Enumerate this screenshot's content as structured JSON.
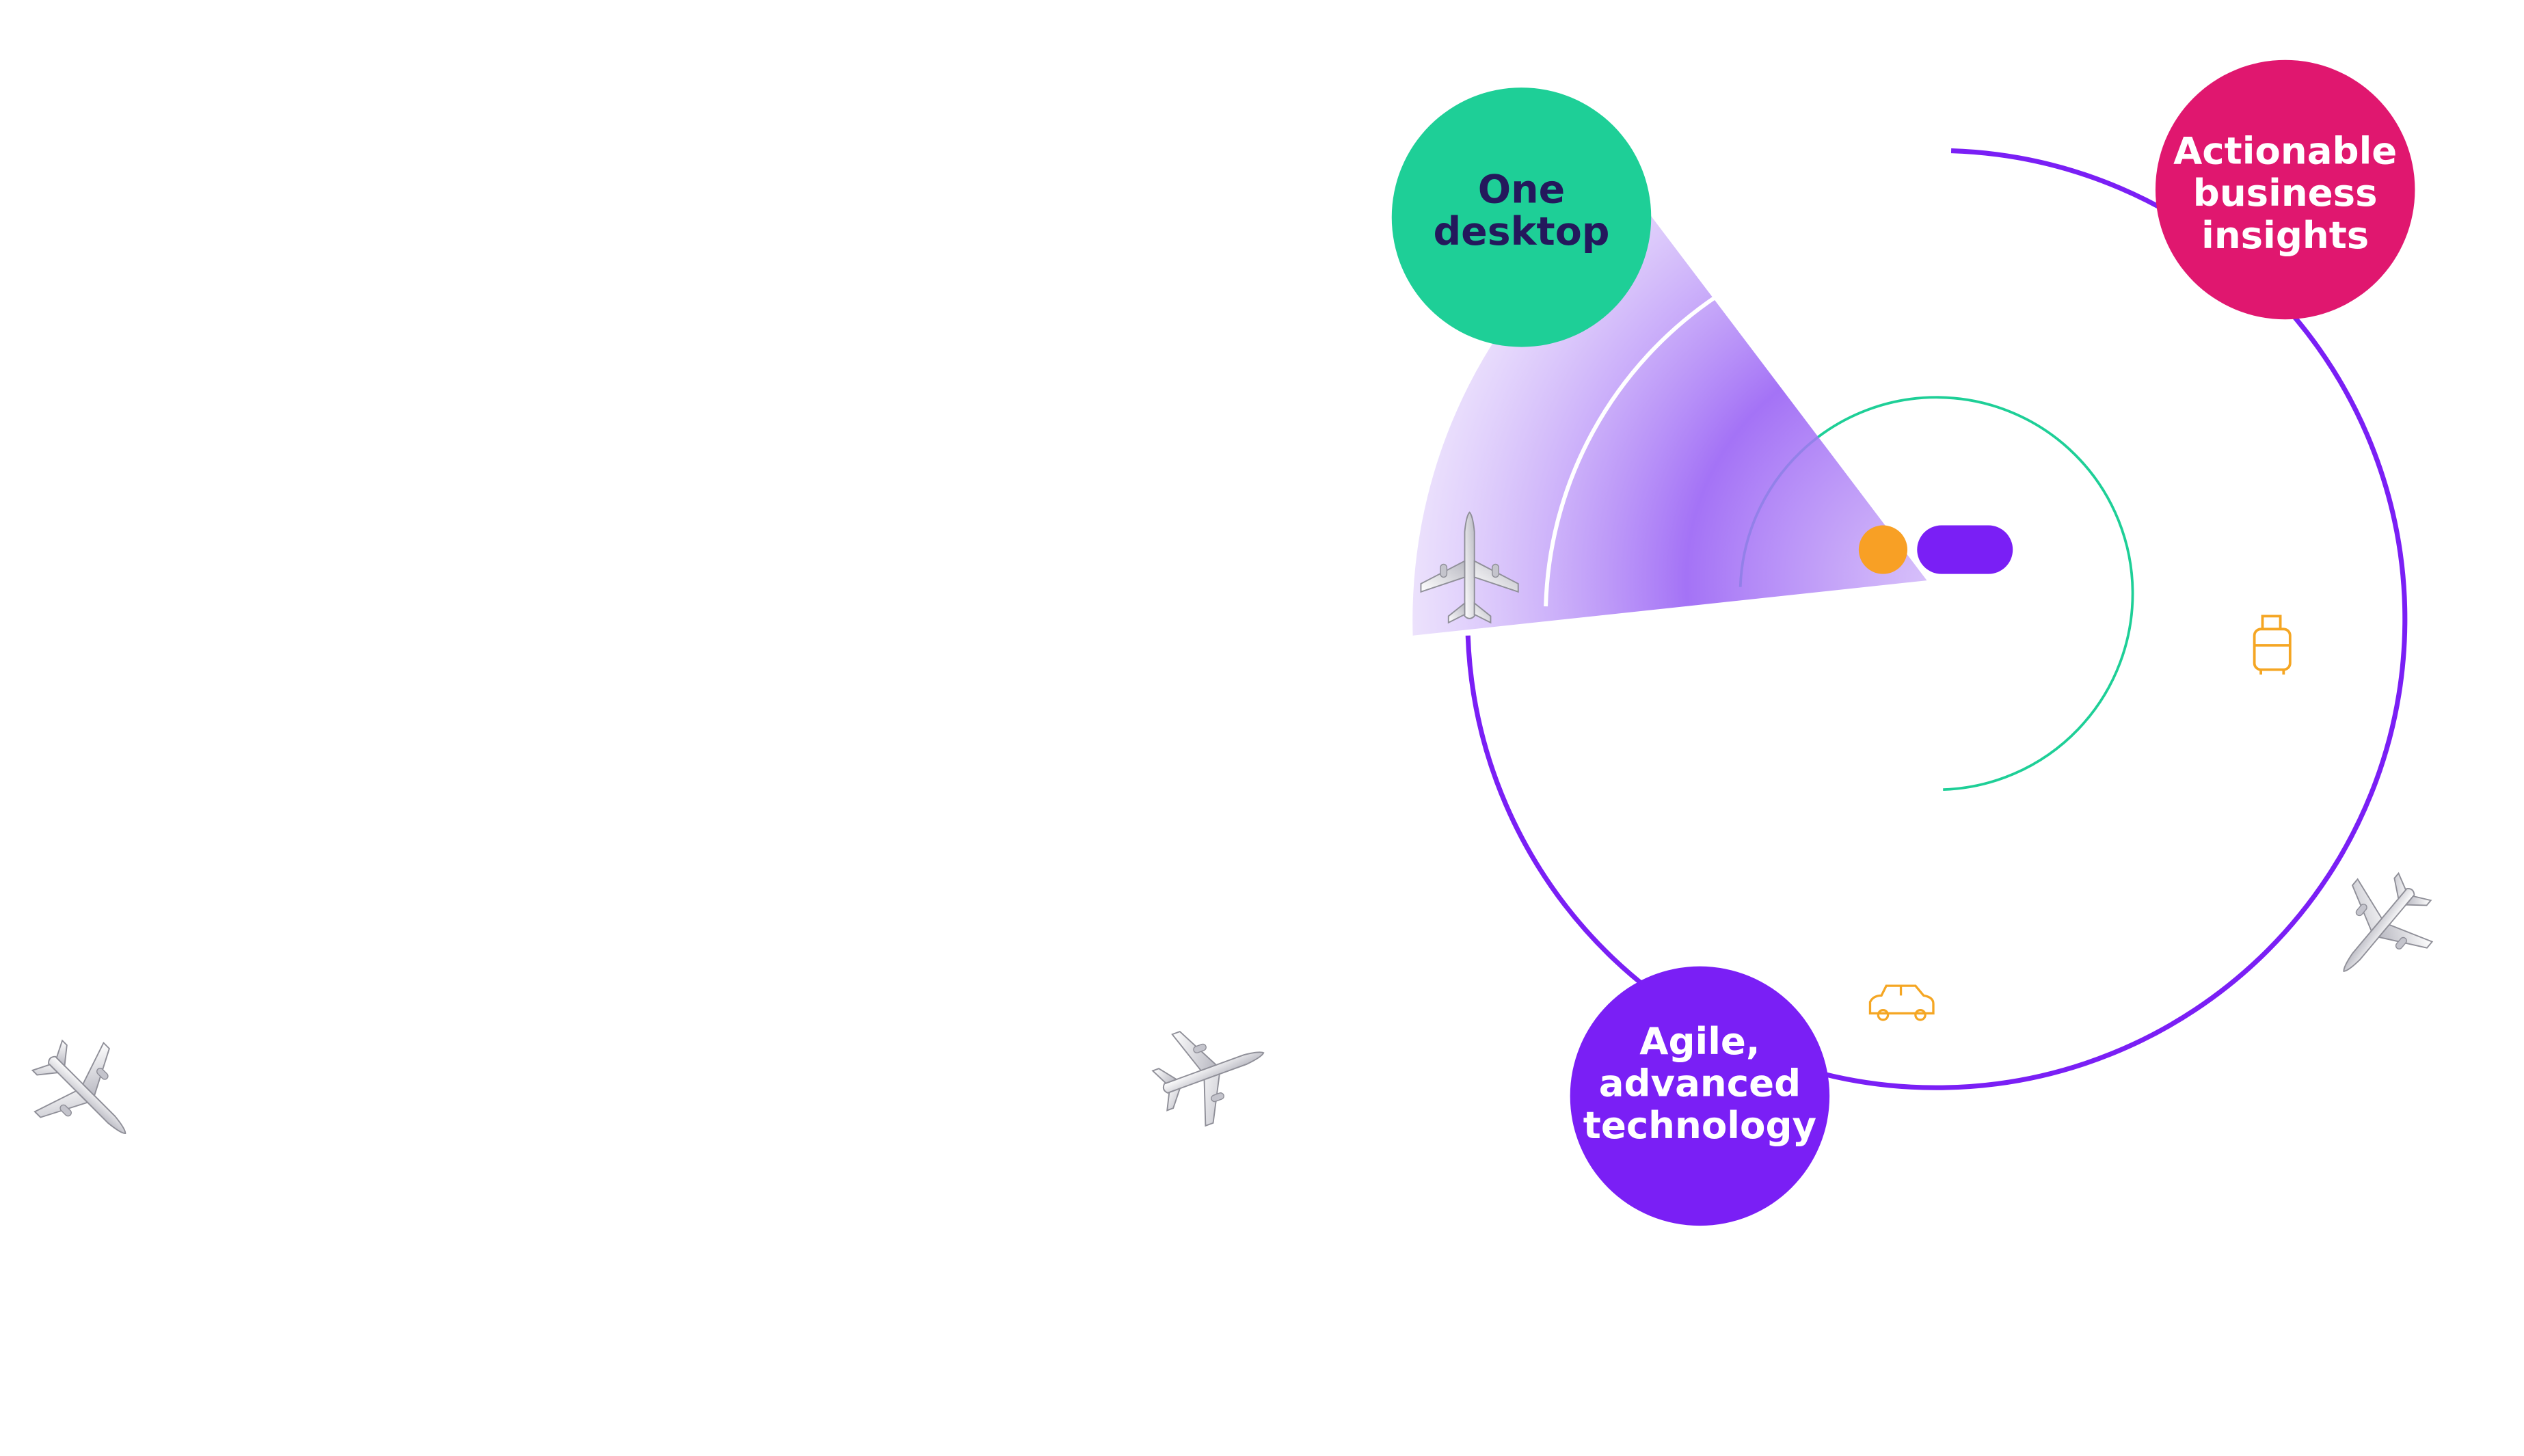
{
  "bubbles": {
    "one_desktop": {
      "lines": [
        "One",
        "desktop"
      ],
      "fill": "#1ecf97",
      "text_color": "#24185c"
    },
    "insights": {
      "lines": [
        "Actionable",
        "business",
        "insights"
      ],
      "fill": "#e0176f",
      "text_color": "#ffffff"
    },
    "technology": {
      "lines": [
        "Agile,",
        "advanced",
        "technology"
      ],
      "fill": "#7a1ff5",
      "text_color": "#ffffff"
    }
  },
  "colors": {
    "outer_ring": "#7a1ff5",
    "inner_ring": "#1ecf97",
    "radar_beam": "#9a63f5",
    "orange_dot": "#f8a025",
    "purple_pill": "#7a1ff5",
    "icon_outline": "#f5a623",
    "plane_body": "#e9e9ec",
    "plane_shadow": "#9a9aa3"
  },
  "icons": {
    "planes": [
      "airplane-icon",
      "airplane-icon",
      "airplane-icon",
      "airplane-icon"
    ],
    "luggage": "luggage-icon",
    "car": "car-icon"
  }
}
